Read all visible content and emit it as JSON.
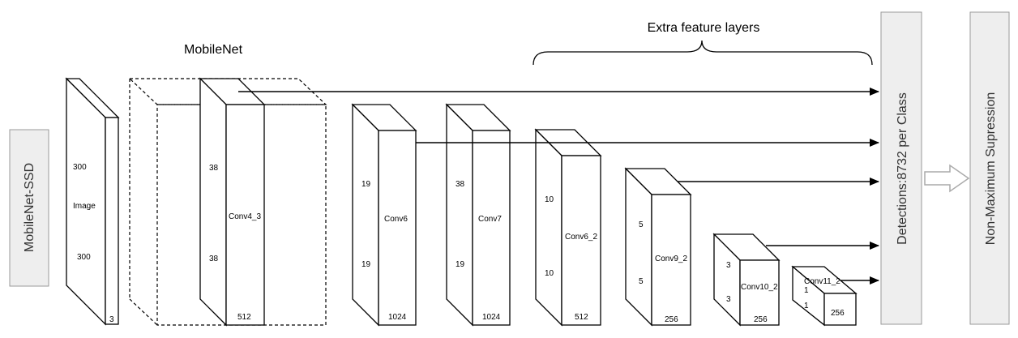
{
  "side_labels": {
    "left": "MobileNet-SSD",
    "detections": "Detections:8732 per Class",
    "nms": "Non-Maximum Supression"
  },
  "headers": {
    "mobilenet": "MobileNet",
    "extra_layers": "Extra feature layers"
  },
  "blocks": {
    "image": {
      "name": "Image",
      "h": "300",
      "w": "300",
      "c": "3"
    },
    "conv4_3": {
      "name": "Conv4_3",
      "h": "38",
      "w": "38",
      "c": "512"
    },
    "conv6": {
      "name": "Conv6",
      "h": "19",
      "w": "19",
      "c": "1024"
    },
    "conv7": {
      "name": "Conv7",
      "h": "38",
      "w": "19",
      "c": "1024"
    },
    "conv6_2": {
      "name": "Conv6_2",
      "h": "10",
      "w": "10",
      "c": "512"
    },
    "conv9_2": {
      "name": "Conv9_2",
      "h": "5",
      "w": "5",
      "c": "256"
    },
    "conv10_2": {
      "name": "Conv10_2",
      "h": "3",
      "w": "3",
      "c": "256"
    },
    "conv11_2": {
      "name": "Conv11_2",
      "h": "1",
      "w": "1",
      "c": "256"
    }
  },
  "colors": {
    "stroke": "#000000",
    "panel_fill": "#eeeeee",
    "panel_stroke": "#999999",
    "arrow_outline": "#aaaaaa"
  }
}
